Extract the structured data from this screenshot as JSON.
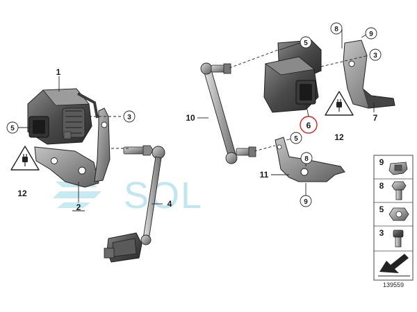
{
  "watermark": "SOL",
  "reference_number": "139559",
  "callouts": {
    "c1": "1",
    "c2": "2",
    "c3a": "3",
    "c4": "4",
    "c5a": "5",
    "c12a": "12",
    "c10": "10",
    "c5b": "5",
    "c6": "6",
    "c8a": "8",
    "c9a": "9",
    "c3b": "3",
    "c7": "7",
    "c12b": "12",
    "c5c": "5",
    "c8b": "8",
    "c11": "11",
    "c9b": "9"
  },
  "legend": [
    {
      "label": "9",
      "icon": "clip-nut-icon"
    },
    {
      "label": "8",
      "icon": "hex-bolt-icon"
    },
    {
      "label": "5",
      "icon": "hex-nut-icon"
    },
    {
      "label": "3",
      "icon": "socket-screw-icon"
    }
  ],
  "colors": {
    "highlight_circle": "#d42020",
    "watermark": "#8fd3e6",
    "part_dark": "#3c3c3c",
    "part_mid": "#7a7a7a",
    "part_light": "#b5b5b5"
  }
}
